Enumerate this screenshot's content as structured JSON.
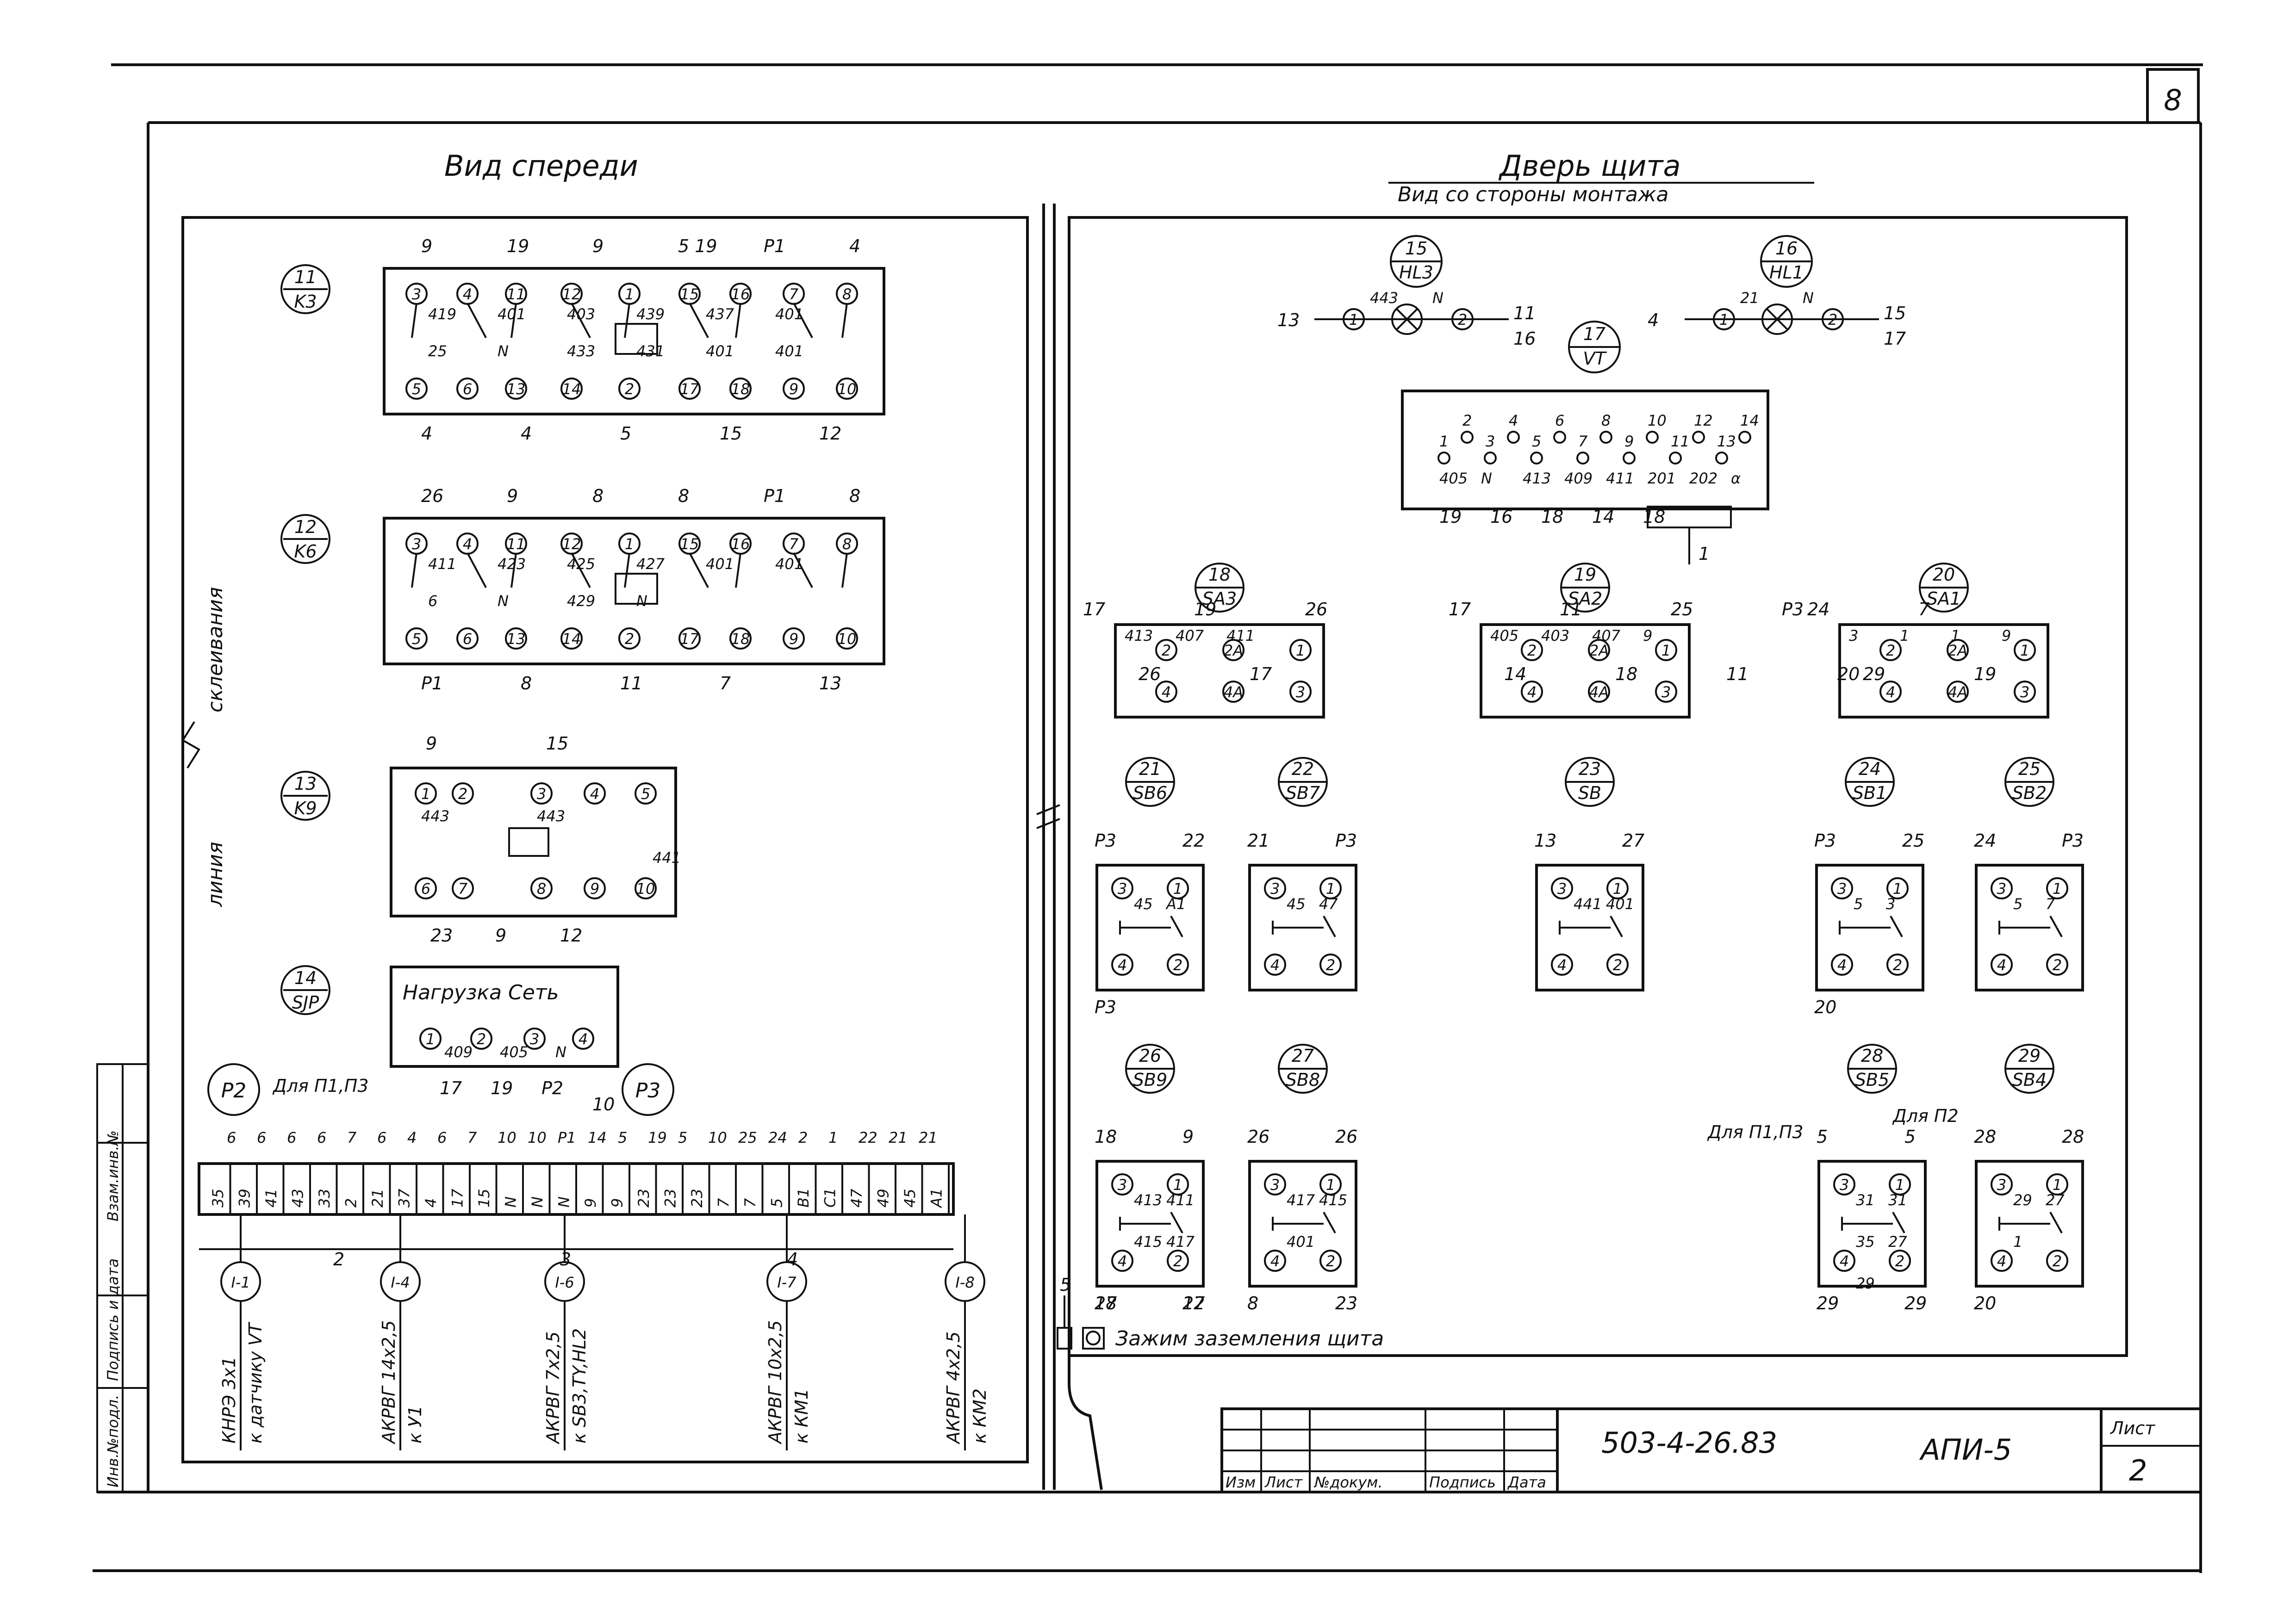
{
  "sheet_corner_number": "8",
  "left_panel": {
    "title": "Вид спереди",
    "side_label_top": "склеивания",
    "side_label_bottom": "линия",
    "relays": [
      {
        "num": "11",
        "code": "K3",
        "pins_top": [
          "3",
          "4",
          "11",
          "12",
          "1",
          "15",
          "16",
          "7",
          "8"
        ],
        "pins_bottom": [
          "5",
          "6",
          "13",
          "14",
          "2",
          "17",
          "18",
          "9",
          "10"
        ],
        "wires_top": [
          "9",
          "19",
          "9",
          "5 19",
          "P1",
          "4"
        ],
        "wires_bottom": [
          "4",
          "4",
          "5",
          "15",
          "12"
        ],
        "inner": [
          "419",
          "401",
          "403",
          "439",
          "437",
          "401",
          "25",
          "N",
          "433",
          "431",
          "401",
          "401"
        ]
      },
      {
        "num": "12",
        "code": "K6",
        "pins_top": [
          "3",
          "4",
          "11",
          "12",
          "1",
          "15",
          "16",
          "7",
          "8"
        ],
        "pins_bottom": [
          "5",
          "6",
          "13",
          "14",
          "2",
          "17",
          "18",
          "9",
          "10"
        ],
        "wires_top": [
          "26",
          "9",
          "8",
          "8",
          "P1",
          "8"
        ],
        "wires_bottom": [
          "P1",
          "8",
          "11",
          "7",
          "13"
        ],
        "inner": [
          "411",
          "423",
          "425",
          "427",
          "401",
          "401",
          "6",
          "N",
          "429",
          "N"
        ]
      },
      {
        "num": "13",
        "code": "K9",
        "pins_top": [
          "1",
          "2",
          "3",
          "4",
          "5"
        ],
        "pins_bottom": [
          "6",
          "7",
          "8",
          "9",
          "10"
        ],
        "wires_top": [
          "9",
          "15"
        ],
        "wires_bottom": [
          "23",
          "9",
          "12"
        ],
        "inner": [
          "443",
          "443",
          "441"
        ]
      }
    ],
    "sjp": {
      "num": "14",
      "code": "SJP",
      "label": "Нагрузка Сеть",
      "pins": [
        "1",
        "2",
        "3",
        "4"
      ],
      "inner": [
        "409",
        "405",
        "N"
      ],
      "wires": [
        "17",
        "19",
        "P2",
        "10"
      ]
    },
    "terminal_block": {
      "p2_label": "P2",
      "p3_label": "P3",
      "note": "Для П1,П3",
      "top_wires": [
        "6",
        "6",
        "6",
        "6",
        "7",
        "6",
        "4",
        "6",
        "7",
        "10",
        "10",
        "P1",
        "14",
        "5",
        "19",
        "5",
        "10",
        "25",
        "24",
        "2",
        "1",
        "22",
        "21",
        "21"
      ],
      "terminals": [
        "35",
        "39",
        "41",
        "43",
        "33",
        "2",
        "21",
        "37",
        "4",
        "17",
        "15",
        "N",
        "N",
        "N",
        "9",
        "9",
        "23",
        "23",
        "23",
        "7",
        "7",
        "5",
        "B1",
        "C1",
        "47",
        "49",
        "45",
        "A1"
      ],
      "groups": [
        "2",
        "3",
        "4"
      ]
    },
    "cables": [
      {
        "id": "I-1",
        "type": "КНРЭ 3х1",
        "dest": "к датчику VT"
      },
      {
        "id": "I-4",
        "type": "АКРВГ 14х2,5",
        "dest": "к У1"
      },
      {
        "id": "I-6",
        "type": "АКРВГ 7х2,5",
        "dest": "к SB3,TY,HL2"
      },
      {
        "id": "I-7",
        "type": "АКРВГ 10х2,5",
        "dest": "к КМ1"
      },
      {
        "id": "I-8",
        "type": "АКРВГ 4х2,5",
        "dest": "к КМ2"
      }
    ]
  },
  "right_panel": {
    "title": "Дверь щита",
    "subtitle": "Вид со стороны монтажа",
    "lamps": [
      {
        "num": "15",
        "code": "HL3",
        "left_wire": "13",
        "inner": [
          "443",
          "N"
        ],
        "right_wires": [
          "11",
          "16"
        ],
        "pin_left": "1",
        "pin_right": "2"
      },
      {
        "num": "16",
        "code": "HL1",
        "left_wire": "4",
        "inner": [
          "21",
          "N"
        ],
        "right_wires": [
          "15",
          "17"
        ],
        "pin_left": "1",
        "pin_right": "2"
      }
    ],
    "sensor": {
      "num": "17",
      "code": "VT",
      "pins": [
        "1",
        "2",
        "3",
        "4",
        "5",
        "6",
        "7",
        "8",
        "9",
        "10",
        "11",
        "12",
        "13",
        "14"
      ],
      "inner": [
        "405",
        "N",
        "413",
        "409",
        "411",
        "201",
        "202",
        "α"
      ],
      "wires": [
        "19",
        "16",
        "18",
        "14",
        "18"
      ],
      "cable": "1"
    },
    "switches": [
      {
        "num": "18",
        "code": "SA3",
        "inner": [
          "413",
          "407",
          "411"
        ],
        "pins": [
          "2",
          "2A",
          "1",
          "4",
          "4A",
          "3"
        ],
        "wires": [
          "17",
          "26",
          "19",
          "17",
          "26"
        ]
      },
      {
        "num": "19",
        "code": "SA2",
        "inner": [
          "405",
          "403",
          "407",
          "9"
        ],
        "pins": [
          "2",
          "2A",
          "1",
          "4",
          "4A",
          "3"
        ],
        "wires": [
          "17",
          "14",
          "11",
          "18",
          "25",
          "11",
          "P3",
          "20"
        ]
      },
      {
        "num": "20",
        "code": "SA1",
        "inner": [
          "3",
          "1",
          "1",
          "9"
        ],
        "pins": [
          "2",
          "2A",
          "1",
          "4",
          "4A",
          "3"
        ],
        "wires": [
          "24",
          "29",
          "7",
          "19"
        ]
      }
    ],
    "buttons_row1": [
      {
        "num": "21",
        "code": "SB6",
        "wires": [
          "P3",
          "22",
          "P3"
        ],
        "inner": [
          "45",
          "A1"
        ]
      },
      {
        "num": "22",
        "code": "SB7",
        "wires": [
          "21",
          "P3"
        ],
        "inner": [
          "45",
          "47"
        ]
      },
      {
        "num": "23",
        "code": "SB",
        "wires": [
          "13",
          "27"
        ],
        "inner": [
          "441",
          "401"
        ]
      },
      {
        "num": "24",
        "code": "SB1",
        "wires": [
          "P3",
          "25",
          "20"
        ],
        "inner": [
          "5",
          "3"
        ]
      },
      {
        "num": "25",
        "code": "SB2",
        "wires": [
          "24",
          "P3"
        ],
        "inner": [
          "5",
          "7"
        ]
      }
    ],
    "buttons_row2": [
      {
        "num": "26",
        "code": "SB9",
        "wires": [
          "18",
          "9",
          "18",
          "12",
          "27",
          "27"
        ],
        "inner": [
          "413",
          "411",
          "415",
          "417"
        ]
      },
      {
        "num": "27",
        "code": "SB8",
        "wires": [
          "26",
          "26",
          "8",
          "23"
        ],
        "inner": [
          "417",
          "415",
          "401"
        ]
      },
      {
        "num": "28",
        "code": "SB5",
        "wires": [
          "5",
          "5",
          "29",
          "29"
        ],
        "inner": [
          "31",
          "31",
          "35",
          "27",
          "29"
        ]
      },
      {
        "num": "29",
        "code": "SB4",
        "wires": [
          "28",
          "28",
          "20"
        ],
        "inner": [
          "29",
          "27",
          "1"
        ]
      }
    ],
    "note_p1p3": "Для П1,П3",
    "note_p2": "Для П2",
    "ground_wire": "5",
    "ground_label": "Зажим заземления щита"
  },
  "side_stamp": [
    "Инв.№подл.",
    "Подпись и дата",
    "Взам.инв.№"
  ],
  "title_block": {
    "headers": [
      "Изм",
      "Лист",
      "№докум.",
      "Подпись",
      "Дата"
    ],
    "doc_number": "503-4-26.83",
    "doc_code": "АПИ-5",
    "sheet_label": "Лист",
    "sheet_value": "2"
  }
}
